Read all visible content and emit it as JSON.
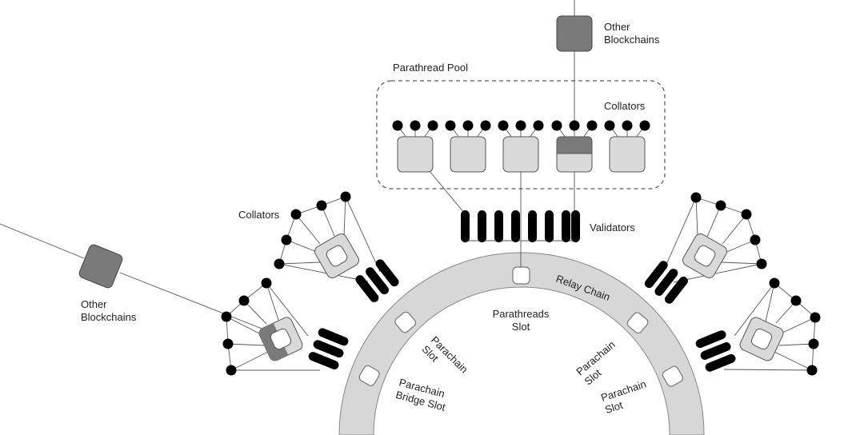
{
  "labels": {
    "other_blockchains_top": "Other\nBlockchains",
    "other_blockchains_left": "Other\nBlockchains",
    "parathread_pool": "Parathread Pool",
    "collators_pool": "Collators",
    "collators_left": "Collators",
    "validators": "Validators",
    "relay_chain": "Relay Chain",
    "parathreads_slot": "Parathreads\nSlot",
    "parachain_slot_left": "Parachain\nSlot",
    "parachain_bridge_slot": "Parachain\nBridge Slot",
    "parachain_slot_right_1": "Parachain\nSlot",
    "parachain_slot_right_2": "Parachain\nSlot"
  },
  "colors": {
    "ring": "#d7d7d7",
    "light_block": "#d9d9d9",
    "dark_block": "#7a7a7a",
    "node": "#000000",
    "line": "#555555"
  }
}
